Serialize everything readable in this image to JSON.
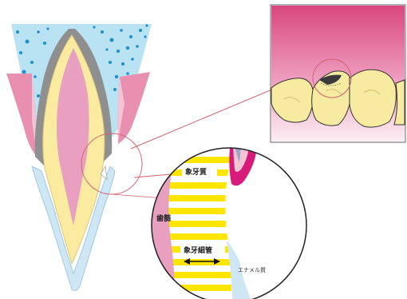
{
  "labels": {
    "dentin": "象牙質",
    "pulp": "歯髄",
    "dentinal_tubules": "象牙細管",
    "enamel": "エナメル質"
  },
  "colors": {
    "bone": "#b9e3f3",
    "bone_dots": "#1f8fcf",
    "gum": "#e98fb0",
    "gum_light": "#f4c3d4",
    "dentin": "#faeba0",
    "dentin_stripe": "#ffe600",
    "pulp": "#e9a0c0",
    "enamel": "#cfe6f4",
    "leader": "#d46070",
    "zoom_bg_top": "#de4f86",
    "zoom_bg_bottom": "#fbeef3",
    "teeth": "#f6eba0"
  },
  "icons": {
    "arrow": "double-headed-arrow-icon"
  }
}
